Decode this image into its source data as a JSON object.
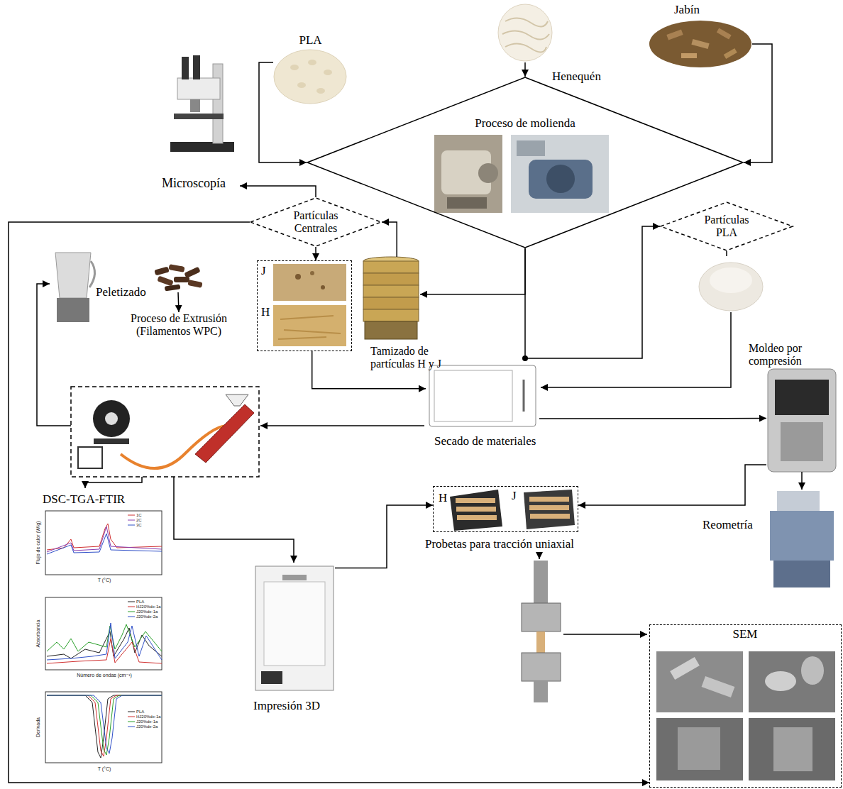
{
  "diagram": {
    "nodes": [
      {
        "text": [
          "PLA"
        ]
      },
      {
        "text": [
          "Henequén"
        ]
      },
      {
        "text": [
          "Jabín"
        ]
      },
      {
        "text": [
          "Proceso de molienda"
        ]
      },
      {
        "text": [
          "Microscopía"
        ]
      },
      {
        "text": [
          "Partículas Centrales"
        ]
      },
      {
        "text": [
          "Partículas PLA"
        ]
      },
      {
        "text": [
          "Tamizado de partículas H y J"
        ]
      },
      {
        "text": [
          "J",
          "H"
        ]
      },
      {
        "text": [
          "Peletizado"
        ]
      },
      {
        "text": [
          "Proceso de Extrusión (Filamentos WPC)"
        ]
      },
      {
        "text": [
          "Secado de materiales"
        ]
      },
      {
        "text": [
          "Moldeo por compresión"
        ]
      },
      {
        "text": [
          "DSC-TGA-FTIR"
        ]
      },
      {
        "text": [
          "Impresión 3D"
        ]
      },
      {
        "text": [
          "H",
          "J",
          "Probetas para tracción uniaxial"
        ]
      },
      {
        "text": [
          "Reometría"
        ]
      },
      {
        "text": [
          "SEM"
        ]
      }
    ],
    "edges": [
      {
        "from": 0,
        "to": 3,
        "arrow": "to"
      },
      {
        "from": 1,
        "to": 3,
        "arrow": "to"
      },
      {
        "from": 2,
        "to": 3,
        "arrow": "to"
      },
      {
        "from": 3,
        "to": 7,
        "arrow": "to"
      },
      {
        "from": 3,
        "to": 6,
        "arrow": "to"
      },
      {
        "from": 7,
        "to": 5,
        "arrow": "to"
      },
      {
        "from": 5,
        "to": 4,
        "arrow": "to"
      },
      {
        "from": 5,
        "to": 8,
        "arrow": "to"
      },
      {
        "from": 8,
        "to": 11,
        "arrow": "to"
      },
      {
        "from": 11,
        "to": 12,
        "arrow": "to"
      },
      {
        "from": 9,
        "to": 10,
        "arrow": "to"
      },
      {
        "from": 14,
        "to": 15,
        "arrow": "to"
      },
      {
        "from": 12,
        "to": 15,
        "arrow": "to"
      },
      {
        "from": 12,
        "to": 16,
        "arrow": "to"
      },
      {
        "from": 5,
        "to": 17,
        "arrow": "to"
      }
    ],
    "labels": [
      "Flujo de calor (W/g)",
      "T (°C)",
      "1C",
      "2C",
      "3C",
      "Absorbancia",
      "Número de ondas (cm⁻¹)",
      "PLA",
      "HJ20%de-1a",
      "J20%de-1a",
      "J20%de-2a",
      "Derivada",
      "T (°C)",
      "PLA",
      "HJ20%de-1a",
      "J20%de-1a",
      "J20%de-2a"
    ]
  }
}
